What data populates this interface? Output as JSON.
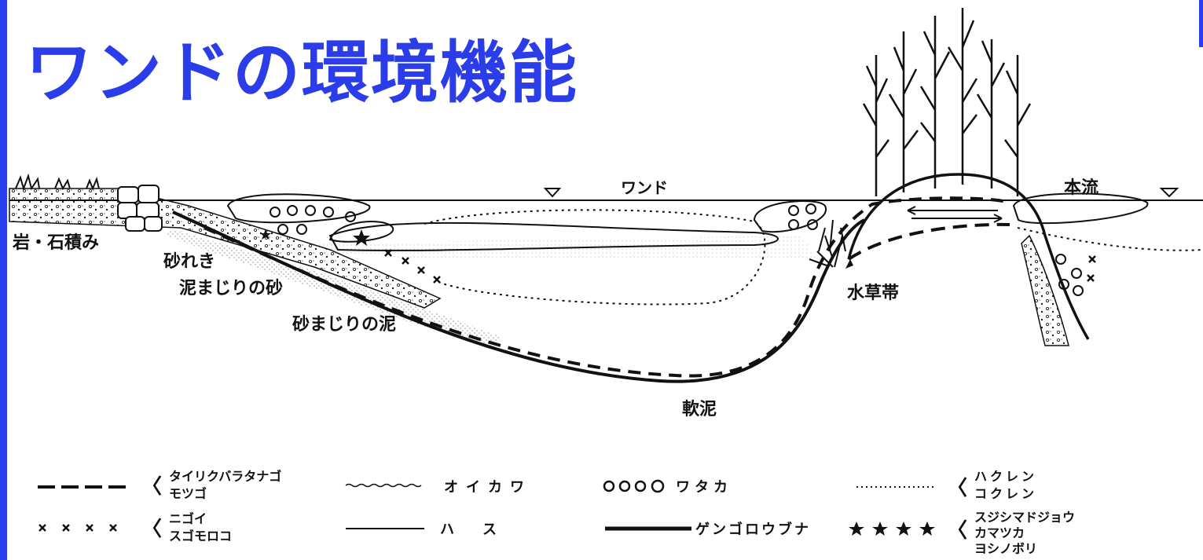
{
  "title": "ワンドの環境機能",
  "colors": {
    "title": "#2b3de8",
    "accent_bar": "#2a3df0",
    "ink": "#111111"
  },
  "labels": {
    "wando": "ワンド",
    "honryu": "本流",
    "iwa": "岩・石積み",
    "jari": "砂れき",
    "doro_suna": "泥まじりの砂",
    "suna_doro": "砂まじりの泥",
    "suisou": "水草帯",
    "nandei": "軟泥"
  },
  "legend": [
    {
      "symbol": "dashed-line",
      "bracket": true,
      "lines": [
        "タイリクバラタナゴ",
        "モツゴ"
      ]
    },
    {
      "symbol": "wavy-line",
      "bracket": false,
      "lines": [
        "オイカワ"
      ]
    },
    {
      "symbol": "circles",
      "bracket": false,
      "lines": [
        "ワタカ"
      ]
    },
    {
      "symbol": "dotted-line",
      "bracket": true,
      "lines": [
        "ハクレン",
        "コクレン"
      ]
    },
    {
      "symbol": "crosses",
      "bracket": true,
      "lines": [
        "ニゴイ",
        "スゴモロコ"
      ]
    },
    {
      "symbol": "thin-line",
      "bracket": false,
      "lines": [
        "ハ　　ス"
      ]
    },
    {
      "symbol": "thick-line",
      "bracket": false,
      "lines": [
        "ゲンゴロウブナ"
      ]
    },
    {
      "symbol": "stars",
      "bracket": true,
      "lines": [
        "スジシマドジョウ",
        "カマツカ",
        "ヨシノボリ"
      ]
    }
  ]
}
